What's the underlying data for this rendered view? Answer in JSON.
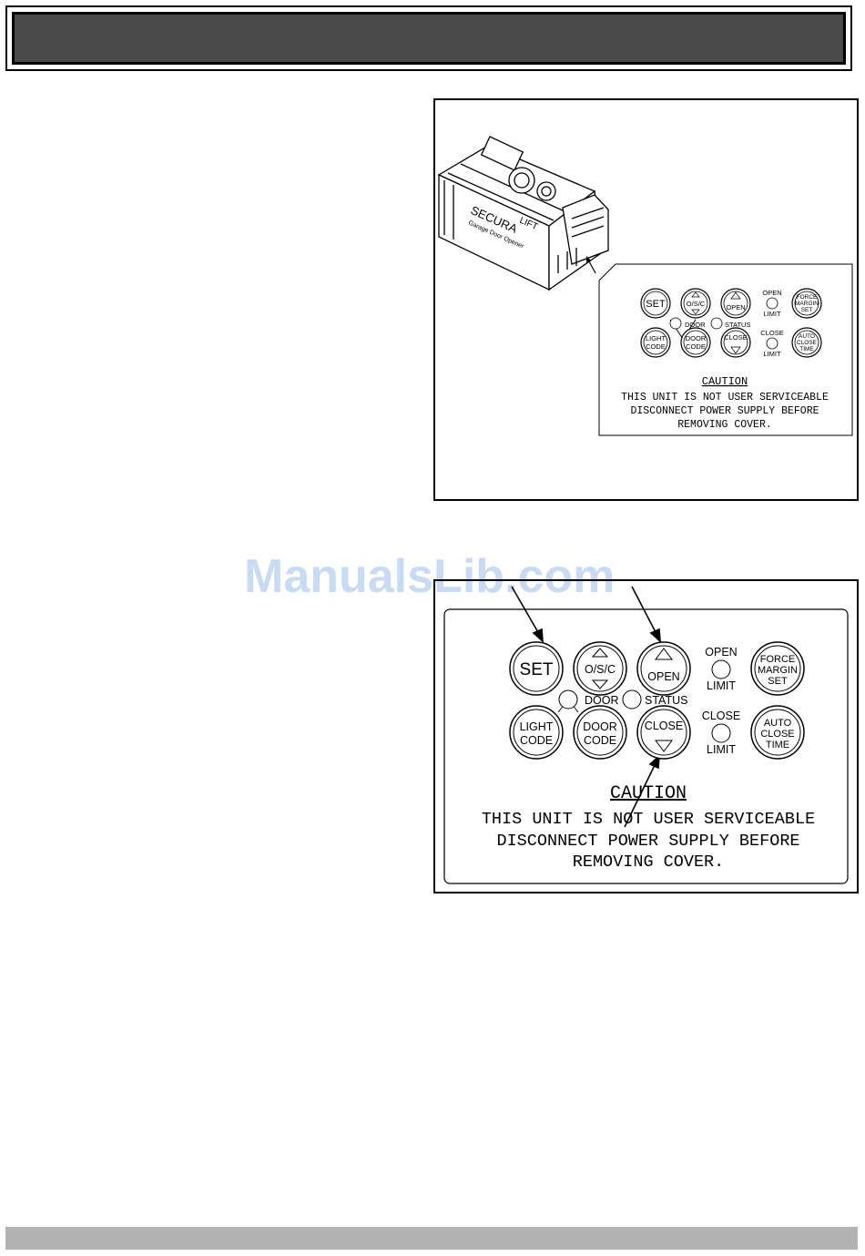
{
  "watermark": "ManualsLib.com",
  "panel": {
    "buttons": {
      "set": "SET",
      "osc": "O/S/C",
      "open": "OPEN",
      "force_margin_set": [
        "FORCE",
        "MARGIN",
        "SET"
      ],
      "light_code": [
        "LIGHT",
        "CODE"
      ],
      "door_code": [
        "DOOR",
        "CODE"
      ],
      "close": "CLOSE",
      "auto_close_time": [
        "AUTO",
        "CLOSE",
        "TIME"
      ]
    },
    "indicators": {
      "open_limit": [
        "OPEN",
        "LIMIT"
      ],
      "close_limit": [
        "CLOSE",
        "LIMIT"
      ],
      "door": "DOOR",
      "status": "STATUS"
    },
    "caution": {
      "title": "CAUTION",
      "lines": [
        "THIS UNIT IS NOT USER SERVICEABLE",
        "DISCONNECT POWER SUPPLY BEFORE",
        "REMOVING COVER."
      ]
    }
  },
  "unit": {
    "brand_main": "SECURA",
    "brand_sup": "LIFT",
    "brand_sub": "Garage Door Opener"
  }
}
